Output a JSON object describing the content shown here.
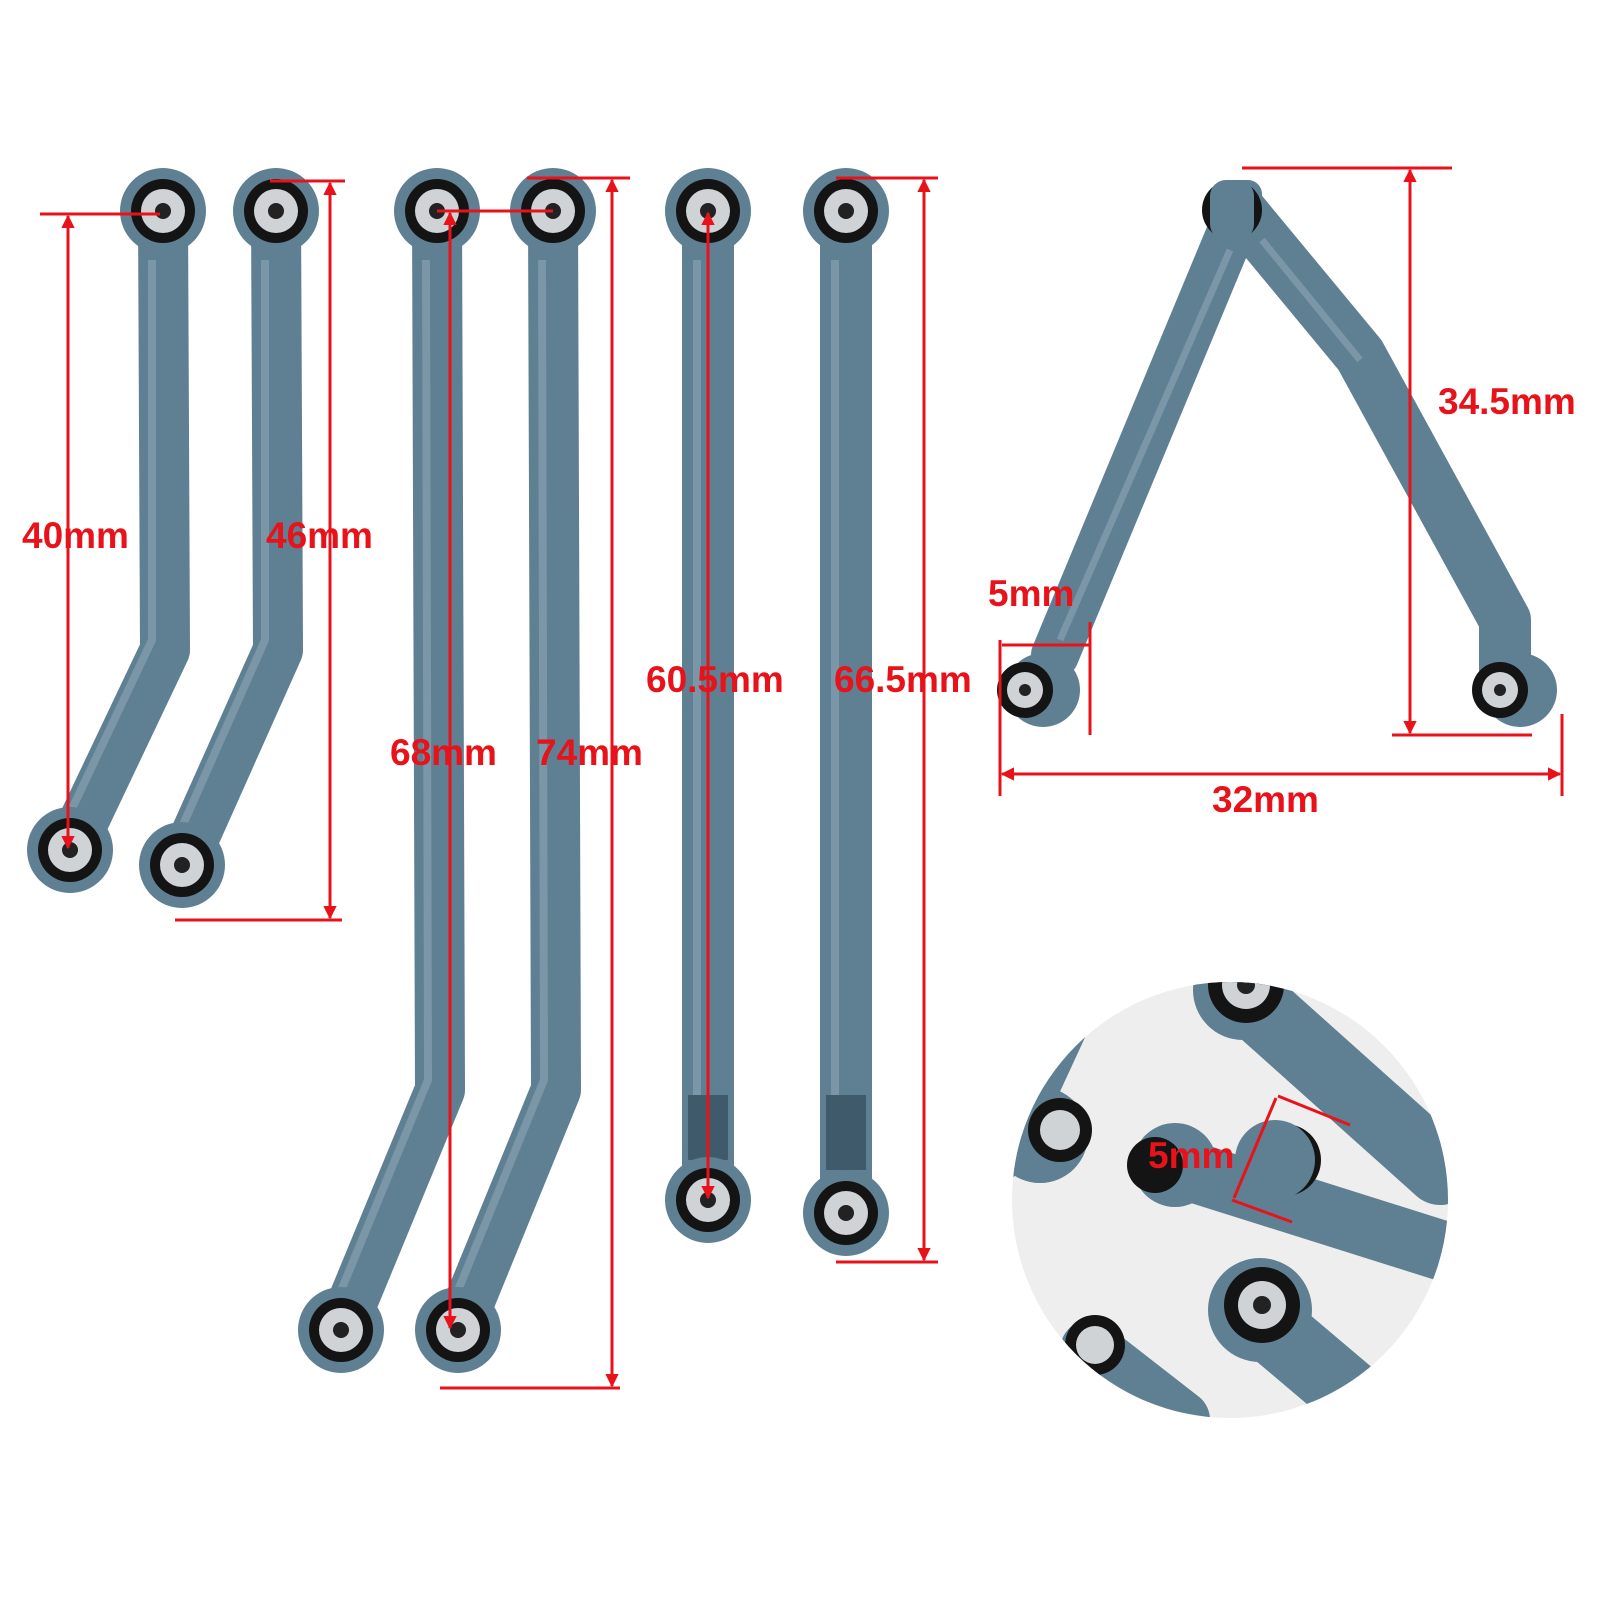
{
  "colors": {
    "part": "#5f7f92",
    "part_dark": "#3f5a6a",
    "part_light": "#8fa9b8",
    "bushing": "#141414",
    "insert": "#cfd3d6",
    "dimension": "#e8121b",
    "photo_bg": "#eeeeee"
  },
  "dimensions": {
    "link_40": "40mm",
    "link_46": "46mm",
    "link_68": "68mm",
    "link_74": "74mm",
    "link_60_5": "60.5mm",
    "link_66_5": "66.5mm",
    "arm_height": "34.5mm",
    "arm_width": "32mm",
    "arm_bushing": "5mm",
    "detail_bushing": "5mm"
  }
}
